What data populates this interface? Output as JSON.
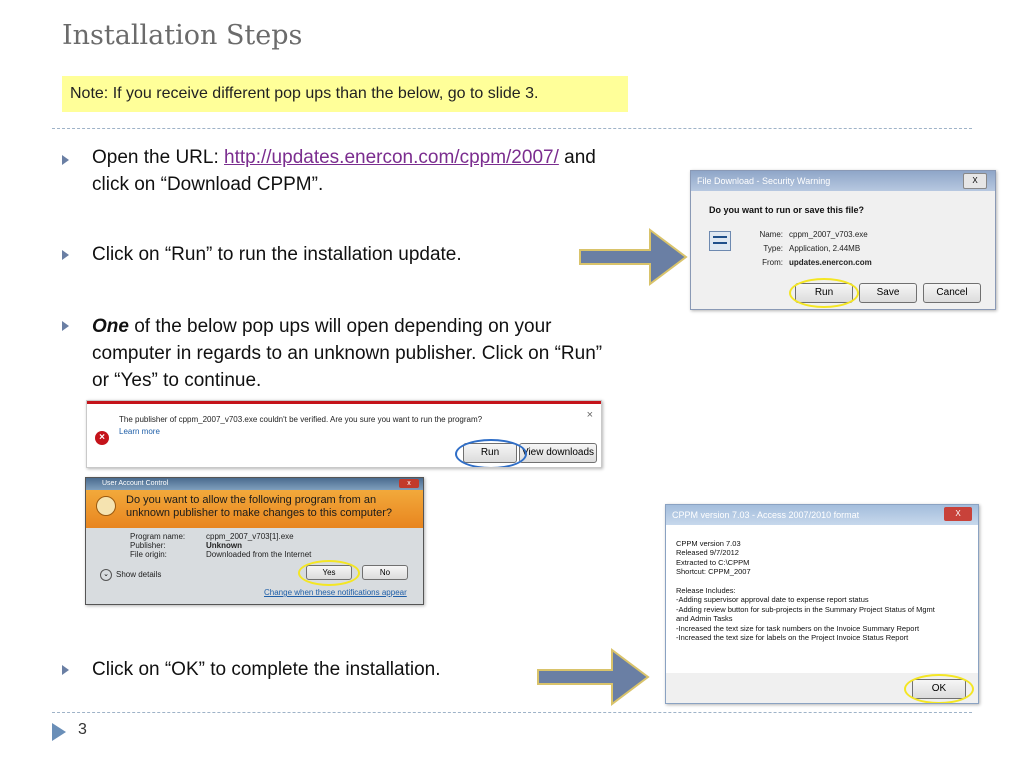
{
  "slide": {
    "title": "Installation Steps",
    "note": "Note:  If you receive different pop ups than the below, go to slide 3.",
    "page_number": "3"
  },
  "bullets": {
    "b1_text_before": "Open the URL:  ",
    "b1_url": "http://updates.enercon.com/cppm/2007/",
    "b1_text_after": " and",
    "b1_line2": "click on “Download CPPM”.",
    "b2": "Click on “Run” to run the installation update.",
    "b3_emph": "One",
    "b3_line1_rest": " of the below pop ups will open depending on your",
    "b3_line2": "computer in regards to an unknown publisher.  Click on “Run”",
    "b3_line3": "or “Yes” to continue.",
    "b4": "Click on “OK” to complete the installation."
  },
  "file_download": {
    "title": "File Download - Security Warning",
    "question": "Do you want to run or save this file?",
    "name_label": "Name:",
    "name_value": "cppm_2007_v703.exe",
    "type_label": "Type:",
    "type_value": "Application, 2.44MB",
    "from_label": "From:",
    "from_value": "updates.enercon.com",
    "run": "Run",
    "save": "Save",
    "cancel": "Cancel",
    "close": "X"
  },
  "ie_bar": {
    "message": "The publisher of cppm_2007_v703.exe couldn't be verified. Are you sure you want to run the program?",
    "learn_more": "Learn more",
    "run": "Run",
    "view_downloads": "View downloads",
    "close": "×"
  },
  "uac": {
    "title": "User Account Control",
    "question_line1": "Do you want to allow the following program from an",
    "question_line2": "unknown publisher to make changes to this computer?",
    "program_name_label": "Program name:",
    "program_name_value": "cppm_2007_v703[1].exe",
    "publisher_label": "Publisher:",
    "publisher_value": "Unknown",
    "file_origin_label": "File origin:",
    "file_origin_value": "Downloaded from the Internet",
    "show_details": "Show details",
    "yes": "Yes",
    "no": "No",
    "change_link": "Change when these notifications appear"
  },
  "cppm_dialog": {
    "title": "CPPM version 7.03 - Access 2007/2010 format",
    "lines": [
      "CPPM version 7.03",
      "Released 9/7/2012",
      "Extracted to C:\\CPPM",
      "Shortcut:  CPPM_2007",
      "",
      "Release Includes:",
      "-Adding supervisor approval date to expense report status",
      "-Adding review button for sub-projects in the Summary Project Status of Mgmt",
      "and Admin Tasks",
      "-Increased the text size for task numbers on the Invoice Summary Report",
      "-Increased the text size for labels on the Project Invoice Status Report"
    ],
    "ok": "OK",
    "close": "X"
  },
  "colors": {
    "note_bg": "#ffff99",
    "arrow_fill": "#6a7fa4",
    "arrow_stroke": "#d9c36a",
    "link": "#7b2d8f",
    "highlight": "#f4e623"
  }
}
